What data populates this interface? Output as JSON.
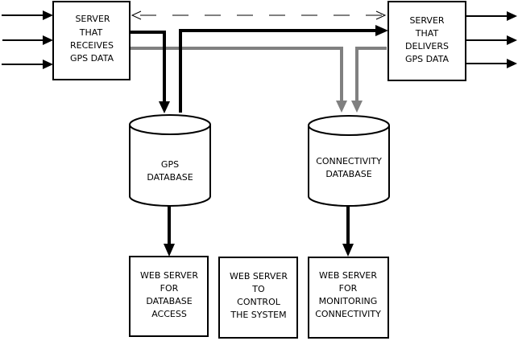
{
  "colors": {
    "line": "#000000",
    "gray_flow": "#808080",
    "background": "#ffffff"
  },
  "nodes": {
    "receiver": {
      "lines": [
        "SERVER",
        "THAT",
        "RECEIVES",
        "GPS DATA"
      ]
    },
    "deliverer": {
      "lines": [
        "SERVER",
        "THAT",
        "DELIVERS",
        "GPS DATA"
      ]
    },
    "gps_db": {
      "lines": [
        "GPS",
        "DATABASE"
      ]
    },
    "conn_db": {
      "lines": [
        "CONNECTIVITY",
        "DATABASE"
      ]
    },
    "web_db_access": {
      "lines": [
        "WEB SERVER",
        "FOR",
        "DATABASE",
        "ACCESS"
      ]
    },
    "web_control": {
      "lines": [
        "WEB SERVER",
        "TO",
        "CONTROL",
        "THE SYSTEM"
      ]
    },
    "web_monitoring": {
      "lines": [
        "WEB SERVER",
        "FOR",
        "MONITORING",
        "CONNECTIVITY"
      ]
    }
  },
  "edges": [
    {
      "from": "external-in",
      "to": "receiver",
      "count": 3,
      "style": "solid-black"
    },
    {
      "from": "deliverer",
      "to": "external-out",
      "count": 3,
      "style": "solid-black"
    },
    {
      "from": "receiver",
      "to": "deliverer",
      "style": "dashed-bidirectional"
    },
    {
      "from": "receiver",
      "to": "gps_db",
      "style": "thick-black"
    },
    {
      "from": "gps_db",
      "to": "deliverer",
      "style": "thick-black"
    },
    {
      "from": "receiver",
      "to": "conn_db",
      "style": "thick-gray"
    },
    {
      "from": "deliverer",
      "to": "conn_db",
      "style": "thick-gray"
    },
    {
      "from": "gps_db",
      "to": "web_db_access",
      "style": "thick-black"
    },
    {
      "from": "conn_db",
      "to": "web_monitoring",
      "style": "thick-black"
    }
  ]
}
